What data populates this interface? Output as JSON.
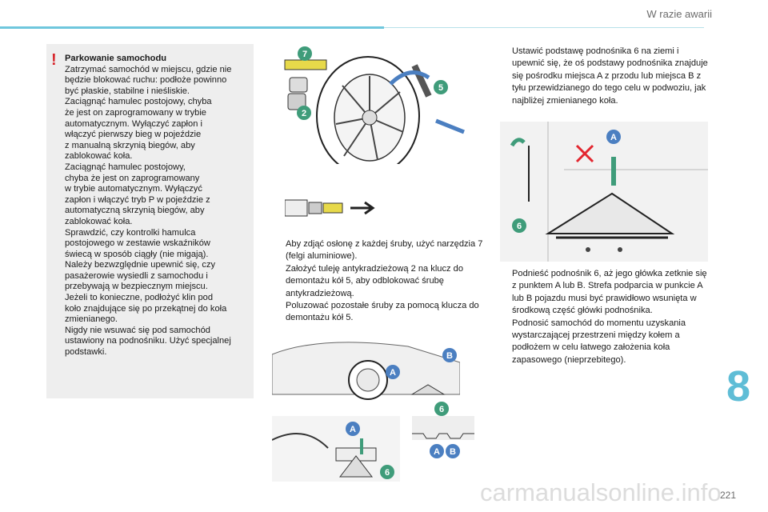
{
  "header": {
    "section_title": "W razie awarii"
  },
  "warning": {
    "icon": "exclamation-icon",
    "title": "Parkowanie samochodu",
    "lines": [
      "Zatrzymać samochód w miejscu, gdzie nie",
      "będzie blokować ruchu: podłoże powinno",
      "być płaskie, stabilne i nieśliskie.",
      "Zaciągnąć hamulec postojowy, chyba",
      "że jest on zaprogramowany w trybie",
      "automatycznym. Wyłączyć zapłon i",
      "włączyć pierwszy bieg w pojeździe",
      "z manualną skrzynią biegów, aby",
      "zablokować koła.",
      "Zaciągnąć hamulec postojowy,",
      "chyba że jest on zaprogramowany",
      "w trybie automatycznym. Wyłączyć",
      "zapłon i włączyć tryb P w pojeździe z",
      "automatyczną skrzynią biegów, aby",
      "zablokować koła.",
      "Sprawdzić, czy kontrolki hamulca",
      "postojowego w zestawie wskaźników",
      "świecą w sposób ciągły (nie migają).",
      "Należy bezwzględnie upewnić się, czy",
      "pasażerowie wysiedli z samochodu i",
      "przebywają w bezpiecznym miejscu.",
      "Jeżeli to konieczne, podłożyć klin pod",
      "koło znajdujące się po przekątnej do koła",
      "zmienianego.",
      "Nigdy nie wsuwać się pod samochód",
      "ustawiony na podnośniku. Użyć specjalnej",
      "podstawki."
    ]
  },
  "figure_labels": {
    "wheel_tool": "7",
    "wheel_lug": "5",
    "wheel_lock": "2",
    "jack_point_a": "A",
    "jack_6": "6",
    "car_a": "A",
    "car_b": "B",
    "car_6": "6",
    "jack2_a": "A",
    "jack2_6": "6",
    "sill_a": "A",
    "sill_b": "B"
  },
  "middle_steps": [
    {
      "bullet": "",
      "text": "Aby zdjąć osłonę z każdej śruby, użyć narzędzia 7 (felgi aluminiowe)."
    },
    {
      "bullet": "",
      "text": "Założyć tuleję antykradzieżową 2 na klucz do demontażu kół 5, aby odblokować śrubę antykradzieżową."
    },
    {
      "bullet": "",
      "text": "Poluzować pozostałe śruby za pomocą klucza do demontażu kół 5."
    }
  ],
  "right_steps_top": [
    {
      "bullet": "",
      "text": "Ustawić podstawę podnośnika 6 na ziemi i upewnić się, że oś podstawy podnośnika znajduje się pośrodku miejsca A z przodu lub miejsca B z tyłu przewidzianego do tego celu w podwoziu, jak najbliżej zmienianego koła."
    }
  ],
  "right_steps_bottom": [
    {
      "bullet": "",
      "text": "Podnieść podnośnik 6, aż jego główka zetknie się z punktem A lub B. Strefa podparcia w punkcie A lub B pojazdu musi być prawidłowo wsunięta w środkową część główki podnośnika."
    },
    {
      "bullet": "",
      "text": "Podnosić samochód do momentu uzyskania wystarczającej przestrzeni między kołem a podłożem w celu łatwego założenia koła zapasowego (nieprzebitego)."
    }
  ],
  "chapter": "8",
  "page_number": "221",
  "watermark": "carmanualsonline.info",
  "colors": {
    "accent": "#5fbdd6",
    "badge_green": "#3f9c7a",
    "badge_blue": "#4b7fc1",
    "badge_yellow": "#e7d94a",
    "warning_red": "#d7262c"
  }
}
